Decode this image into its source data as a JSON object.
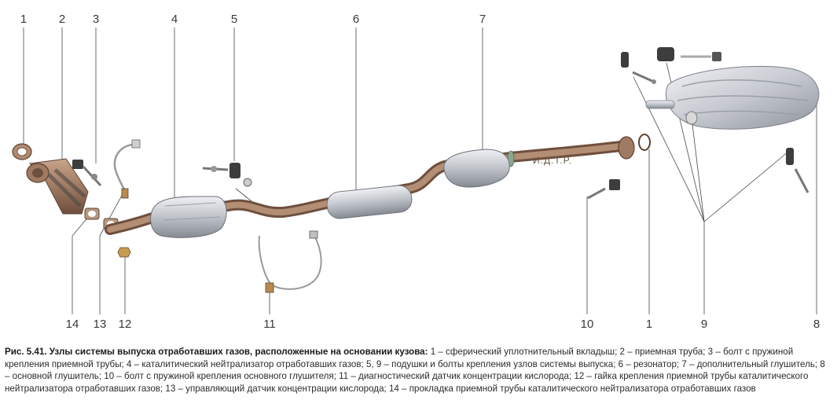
{
  "figure": {
    "stamp": "И.Д.Т.Р.",
    "callouts": [
      {
        "key": "c1a",
        "text": "1"
      },
      {
        "key": "c2",
        "text": "2"
      },
      {
        "key": "c3",
        "text": "3"
      },
      {
        "key": "c4",
        "text": "4"
      },
      {
        "key": "c5",
        "text": "5"
      },
      {
        "key": "c6",
        "text": "6"
      },
      {
        "key": "c7",
        "text": "7"
      },
      {
        "key": "c14",
        "text": "14"
      },
      {
        "key": "c13",
        "text": "13"
      },
      {
        "key": "c12",
        "text": "12"
      },
      {
        "key": "c11",
        "text": "11"
      },
      {
        "key": "c10",
        "text": "10"
      },
      {
        "key": "c1b",
        "text": "1"
      },
      {
        "key": "c9",
        "text": "9"
      },
      {
        "key": "c8",
        "text": "8"
      }
    ],
    "colors": {
      "pipe": "#a07a62",
      "metal": "#c9ccd2",
      "rubber": "#3d3d3d",
      "leader": "#4a4a4a"
    }
  },
  "caption": {
    "title": "Рис. 5.41. Узлы системы выпуска отработавших газов, расположенные на основании кузова:",
    "text": " 1 – сферический уплотнительный вкладыш; 2 – приемная труба; 3 – болт с пружиной крепления приемной трубы; 4 – каталитический нейтрализатор отработавших газов; 5, 9 – подушки и болты крепления узлов системы выпуска; 6 – резонатор; 7 – дополнительный глушитель; 8 – основной глушитель; 10 – болт с пружиной крепления основного глушителя; 11 – диагностический датчик концентрации кислорода; 12 – гайка крепления приемной трубы каталитического нейтрализатора отработавших газов; 13 – управляющий датчик концентрации кислорода; 14 – прокладка приемной трубы каталитического нейтрализатора отработавших газов"
  }
}
